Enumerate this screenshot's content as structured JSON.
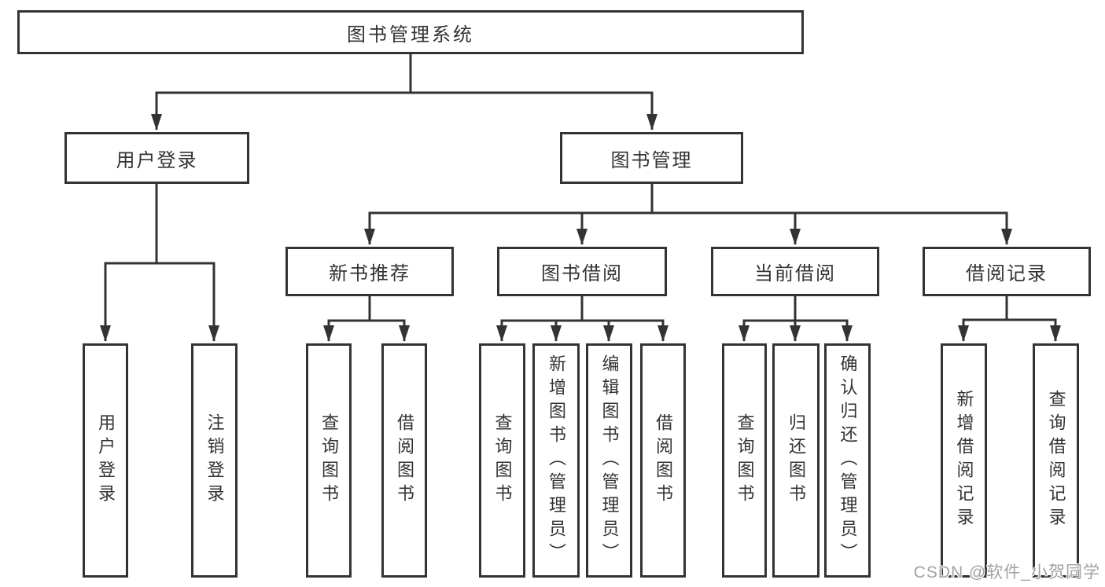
{
  "tree": {
    "root": {
      "label": "图书管理系统"
    },
    "children": [
      {
        "label": "用户登录",
        "children": [
          {
            "label": "用户登录"
          },
          {
            "label": "注销登录"
          }
        ]
      },
      {
        "label": "图书管理",
        "children": [
          {
            "label": "新书推荐",
            "children": [
              {
                "label": "查询图书"
              },
              {
                "label": "借阅图书"
              }
            ]
          },
          {
            "label": "图书借阅",
            "children": [
              {
                "label": "查询图书"
              },
              {
                "label": "新增图书（管理员）"
              },
              {
                "label": "编辑图书（管理员）"
              },
              {
                "label": "借阅图书"
              }
            ]
          },
          {
            "label": "当前借阅",
            "children": [
              {
                "label": "查询图书"
              },
              {
                "label": "归还图书"
              },
              {
                "label": "确认归还（管理员）"
              }
            ]
          },
          {
            "label": "借阅记录",
            "children": [
              {
                "label": "新增借阅记录"
              },
              {
                "label": "查询借阅记录"
              }
            ]
          }
        ]
      }
    ]
  },
  "colors": {
    "line": "#333333",
    "background": "#ffffff",
    "watermark": "#a5a0a0"
  },
  "watermark": "CSDN @软件_小贺同学"
}
